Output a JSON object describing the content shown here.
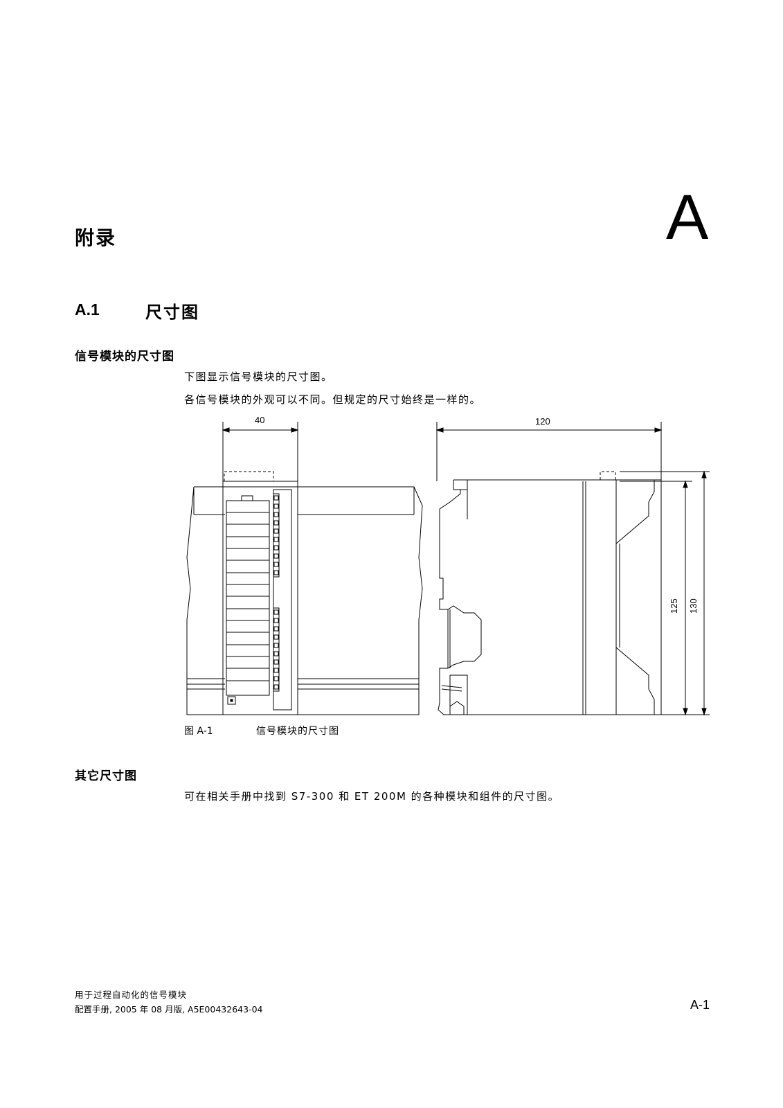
{
  "chapter": {
    "title": "附录",
    "letter": "A"
  },
  "section": {
    "number": "A.1",
    "title": "尺寸图"
  },
  "subsection1": {
    "heading": "信号模块的尺寸图",
    "para1": "下图显示信号模块的尺寸图。",
    "para2": "各信号模块的外观可以不同。但规定的尺寸始终是一样的。"
  },
  "figure": {
    "caption_number": "图 A-1",
    "caption_text": "信号模块的尺寸图",
    "dimensions": {
      "width_front": "40",
      "depth": "120",
      "height_inner": "125",
      "height_outer": "130"
    }
  },
  "subsection2": {
    "heading": "其它尺寸图",
    "para": "可在相关手册中找到 S7-300 和 ET 200M 的各种模块和组件的尺寸图。"
  },
  "footer": {
    "line1": "用于过程自动化的信号模块",
    "line2": "配置手册, 2005 年 08 月版, A5E00432643-04",
    "page_number": "A-1"
  }
}
